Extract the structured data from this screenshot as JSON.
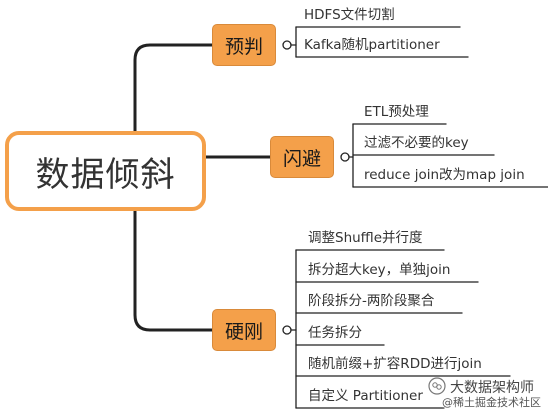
{
  "root": {
    "label": "数据倾斜"
  },
  "branches": [
    {
      "label": "预判",
      "leaves": [
        "HDFS文件切割",
        "Kafka随机partitioner"
      ]
    },
    {
      "label": "闪避",
      "leaves": [
        "ETL预处理",
        "过滤不必要的key",
        "reduce join改为map join"
      ]
    },
    {
      "label": "硬刚",
      "leaves": [
        "调整Shuffle并行度",
        "拆分超大key，单独join",
        "阶段拆分-两阶段聚合",
        "任务拆分",
        "随机前缀+扩容RDD进行join",
        "自定义 Partitioner"
      ]
    }
  ],
  "watermark": {
    "line1": "大数据架构师",
    "line2": "@稀土掘金技术社区",
    "icon": "wechat-official-account-icon"
  },
  "colors": {
    "accent": "#f4a04a",
    "line": "#222222"
  }
}
